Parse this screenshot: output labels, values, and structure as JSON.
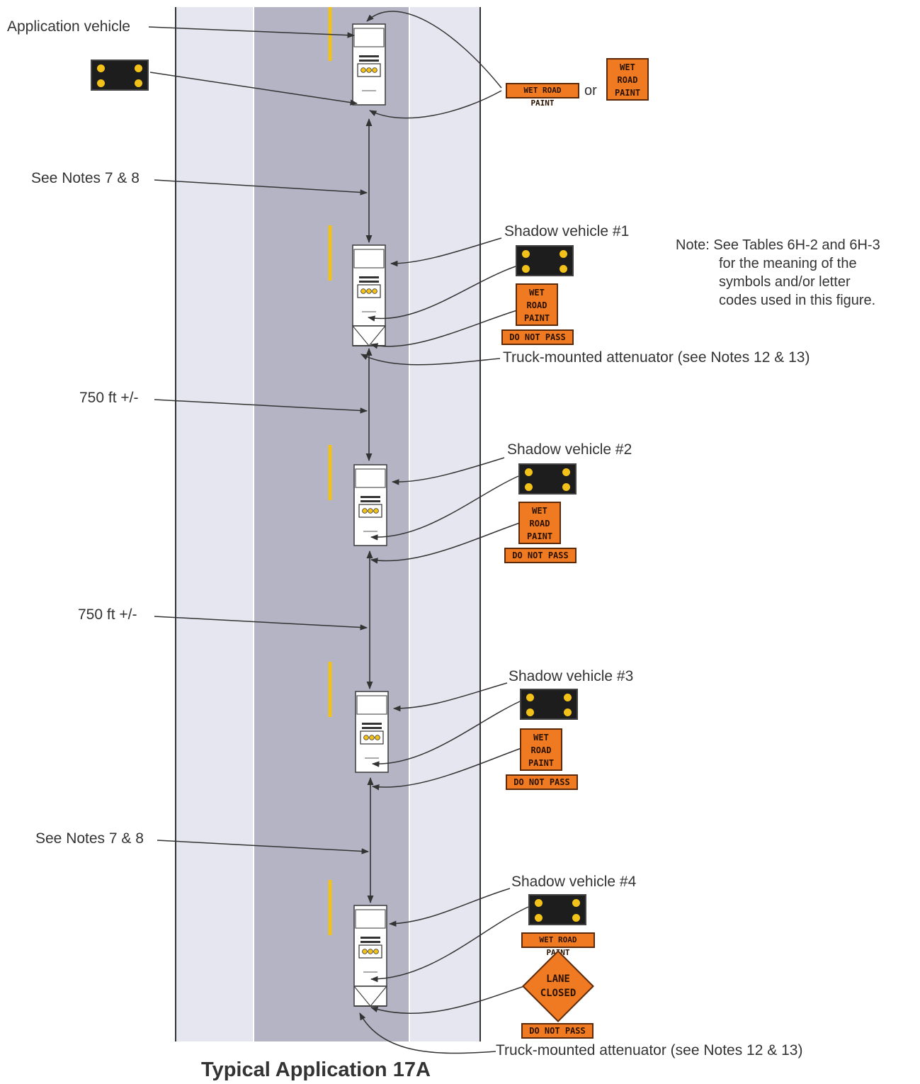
{
  "title": "Typical Application 17A",
  "note": {
    "line1": "Note: See Tables 6H-2 and 6H-3",
    "line2": "for the meaning of the",
    "line3": "symbols and/or letter",
    "line4": "codes used in this figure."
  },
  "labels": {
    "application_vehicle": "Application vehicle",
    "see_notes_top": "See Notes 7 & 8",
    "distance_1": "750 ft +/-",
    "distance_2": "750 ft +/-",
    "see_notes_bottom": "See Notes 7 & 8",
    "shadow_1": "Shadow vehicle #1",
    "shadow_2": "Shadow vehicle #2",
    "shadow_3": "Shadow vehicle #3",
    "shadow_4": "Shadow vehicle #4",
    "attenuator_1": "Truck-mounted attenuator (see Notes 12 & 13)",
    "attenuator_2": "Truck-mounted attenuator (see Notes 12 & 13)",
    "or": "or"
  },
  "signs": {
    "wet_road_paint_bar": "WET ROAD PAINT",
    "wet": "WET",
    "road": "ROAD",
    "paint": "PAINT",
    "do_not_pass": "DO NOT PASS",
    "lane": "LANE",
    "closed": "CLOSED"
  },
  "colors": {
    "sign_orange": "#f07a22",
    "arrow_board": "#1d1d1d",
    "lamp_yellow": "#f3c21a",
    "lane_light": "#e6e6f0",
    "lane_dark": "#b4b4c4",
    "center_line": "#f2c21a"
  }
}
